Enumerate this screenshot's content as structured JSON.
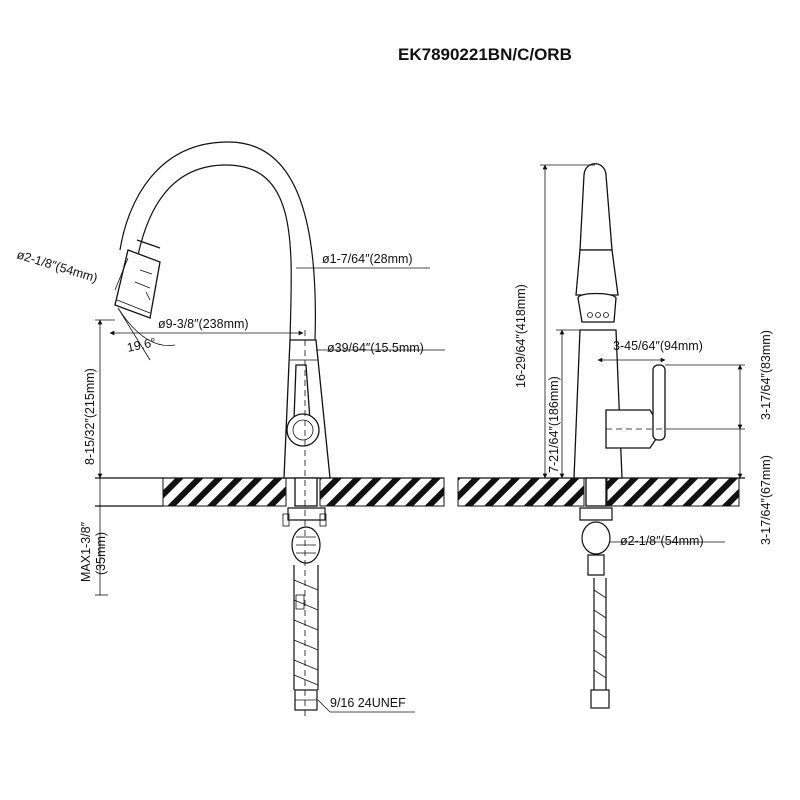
{
  "title": "EK7890221BN/C/ORB",
  "front_view": {
    "sprayhead_diameter": "ø2-1/8″(54mm)",
    "spout_tube_diameter": "ø1-7/64″(28mm)",
    "reach": "ø9-3/8″(238mm)",
    "spray_angle": "19.6°",
    "body_diameter": "ø39/64″(15.5mm)",
    "spout_height": "8-15/32″(215mm)",
    "deck_thickness": "MAX1-3/8″",
    "deck_thickness_mm": "(35mm)",
    "thread": "9/16 24UNEF"
  },
  "side_view": {
    "overall_height": "16-29/64″(418mm)",
    "handle_projection": "3-45/64″(94mm)",
    "lower_height": "7-21/64″(186mm)",
    "handle_height": "3-17/64″(83mm)",
    "handle_base": "3-17/64″(67mm)",
    "shank_diameter": "ø2-1/8″(54mm)"
  },
  "colors": {
    "line": "#111111",
    "background": "#ffffff"
  }
}
